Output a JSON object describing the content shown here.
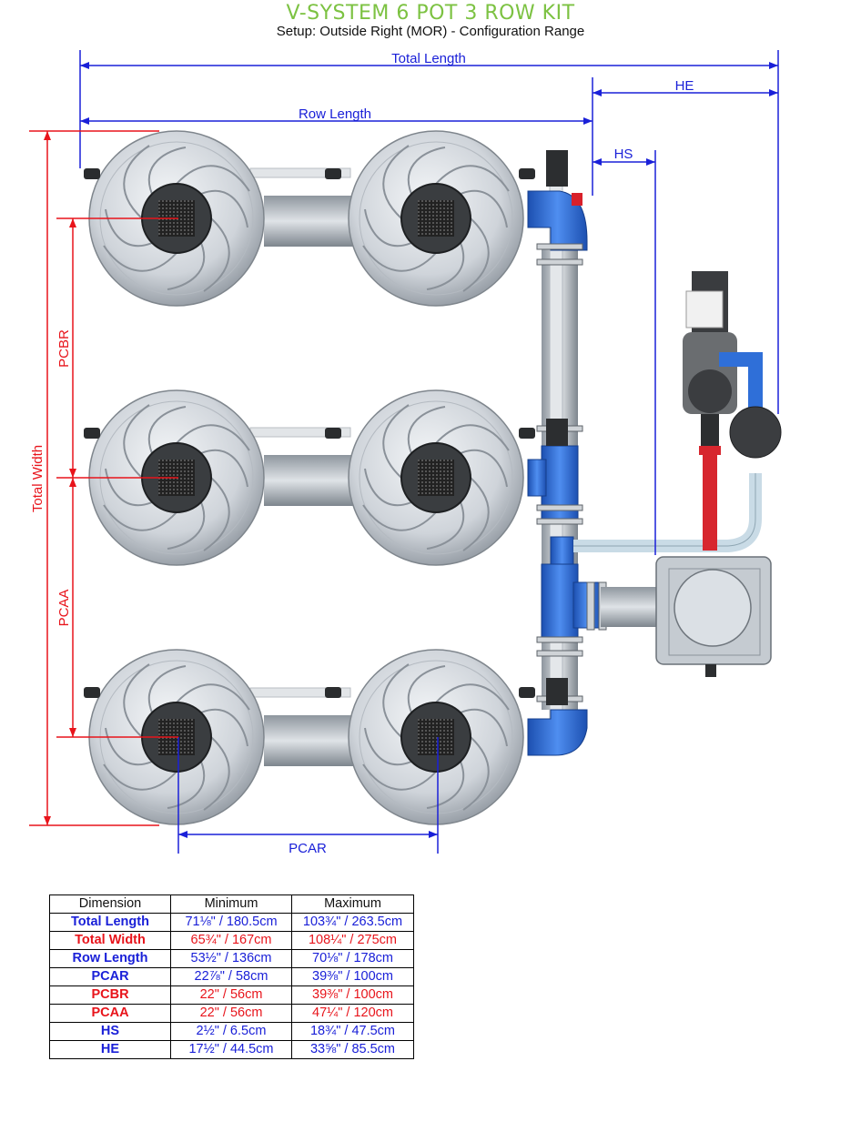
{
  "header": {
    "title": "V-SYSTEM 6 POT 3 ROW KIT",
    "subtitle": "Setup: Outside Right (MOR) - Configuration Range"
  },
  "labels": {
    "total_length": "Total Length",
    "he": "HE",
    "row_length": "Row Length",
    "hs": "HS",
    "pcbr": "PCBR",
    "total_width": "Total Width",
    "pcaa": "PCAA",
    "pcar": "PCAR"
  },
  "colors": {
    "title": "#7cc242",
    "blue_dimension": "#1a20d8",
    "red_dimension": "#e8141b",
    "pipe_blue": "#2f6fd8"
  },
  "table": {
    "headers": [
      "Dimension",
      "Minimum",
      "Maximum"
    ],
    "rows": [
      {
        "name": "Total Length",
        "min": "71⅛\" / 180.5cm",
        "max": "103¾\" / 263.5cm",
        "color": "blue"
      },
      {
        "name": "Total Width",
        "min": "65¾\" / 167cm",
        "max": "108¼\" / 275cm",
        "color": "red"
      },
      {
        "name": "Row Length",
        "min": "53½\" / 136cm",
        "max": "70⅛\" / 178cm",
        "color": "blue"
      },
      {
        "name": "PCAR",
        "min": "22⅞\" / 58cm",
        "max": "39⅜\" / 100cm",
        "color": "blue"
      },
      {
        "name": "PCBR",
        "min": "22\" / 56cm",
        "max": "39⅜\" / 100cm",
        "color": "red"
      },
      {
        "name": "PCAA",
        "min": "22\" / 56cm",
        "max": "47¼\" / 120cm",
        "color": "red"
      },
      {
        "name": "HS",
        "min": "2½\" / 6.5cm",
        "max": "18¾\" / 47.5cm",
        "color": "blue"
      },
      {
        "name": "HE",
        "min": "17½\" / 44.5cm",
        "max": "33⅝\" / 85.5cm",
        "color": "blue"
      }
    ]
  }
}
